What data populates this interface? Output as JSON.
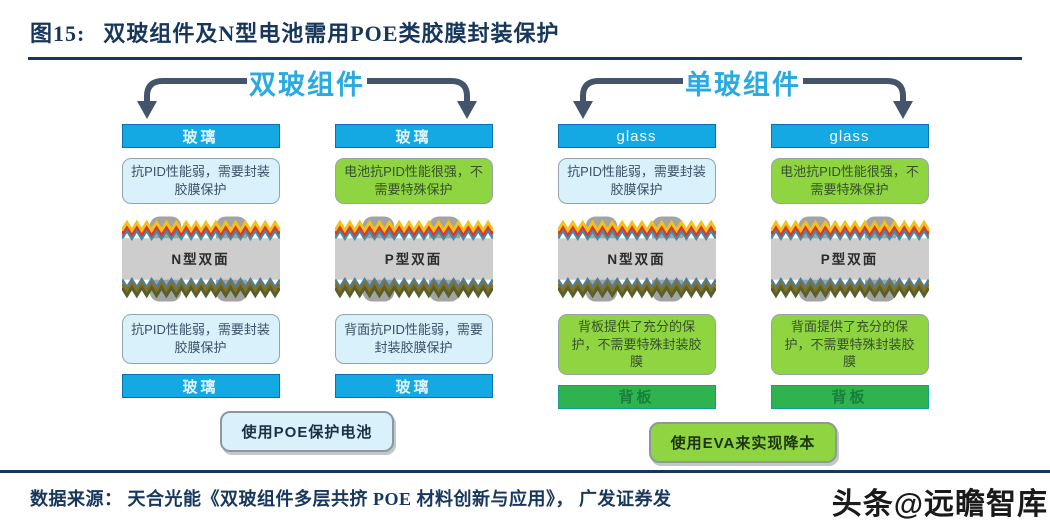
{
  "header": {
    "figure_label": "图15:",
    "figure_title": "双玻组件及N型电池需用POE类胶膜封装保护"
  },
  "groups": [
    {
      "name": "双玻组件",
      "columns": [
        {
          "top_bar": {
            "label": "玻璃",
            "style": "blue"
          },
          "upper_note": {
            "text": "抗PID性能弱，需要封装胶膜保护",
            "style": "lightblue"
          },
          "cell_label": "N型双面",
          "lower_note": {
            "text": "抗PID性能弱，需要封装胶膜保护",
            "style": "lightblue"
          },
          "bottom_bar": {
            "label": "玻璃",
            "style": "blue"
          }
        },
        {
          "top_bar": {
            "label": "玻璃",
            "style": "blue"
          },
          "upper_note": {
            "text": "电池抗PID性能很强，不需要特殊保护",
            "style": "green"
          },
          "cell_label": "P型双面",
          "lower_note": {
            "text": "背面抗PID性能弱，需要封装胶膜保护",
            "style": "lightblue"
          },
          "bottom_bar": {
            "label": "玻璃",
            "style": "blue"
          }
        }
      ],
      "annotation": {
        "text": "使用POE保护电池",
        "style": "lightblue"
      }
    },
    {
      "name": "单玻组件",
      "columns": [
        {
          "top_bar": {
            "label": "glass",
            "style": "blue"
          },
          "upper_note": {
            "text": "抗PID性能弱，需要封装胶膜保护",
            "style": "lightblue"
          },
          "cell_label": "N型双面",
          "lower_note": {
            "text": "背板提供了充分的保护，不需要特殊封装胶膜",
            "style": "green"
          },
          "bottom_bar": {
            "label": "背板",
            "style": "green"
          }
        },
        {
          "top_bar": {
            "label": "glass",
            "style": "blue"
          },
          "upper_note": {
            "text": "电池抗PID性能很强，不需要特殊保护",
            "style": "green"
          },
          "cell_label": "P型双面",
          "lower_note": {
            "text": "背面提供了充分的保护，不需要特殊封装胶膜",
            "style": "green"
          },
          "bottom_bar": {
            "label": "背板",
            "style": "green"
          }
        }
      ],
      "annotation": {
        "text": "使用EVA来实现降本",
        "style": "green"
      }
    }
  ],
  "footer": {
    "source": "数据来源： 天合光能《双玻组件多层共挤 POE 材料创新与应用》， 广发证券发",
    "watermark": "头条@远瞻智库"
  },
  "colors": {
    "title_navy": "#16365C",
    "cyan_bar": "#14A9E2",
    "cyan_bar_border": "#0A71B5",
    "green_bar": "#2EB34F",
    "green_bar_border": "#129C96",
    "lightblue_note": "#D8F1FB",
    "green_note": "#8FD541",
    "group_title_cyan": "#29ABE2",
    "arrow_navy": "#44546A",
    "cell_slab_gray": "#CDCDCD",
    "cell_bump_gray": "#A3A3A3",
    "zigzag_top": [
      "#F2C21C",
      "#E2342A",
      "#3E8FA8"
    ],
    "zigzag_bottom": [
      "#4E7F96",
      "#8A6D1E",
      "#55602A"
    ]
  }
}
